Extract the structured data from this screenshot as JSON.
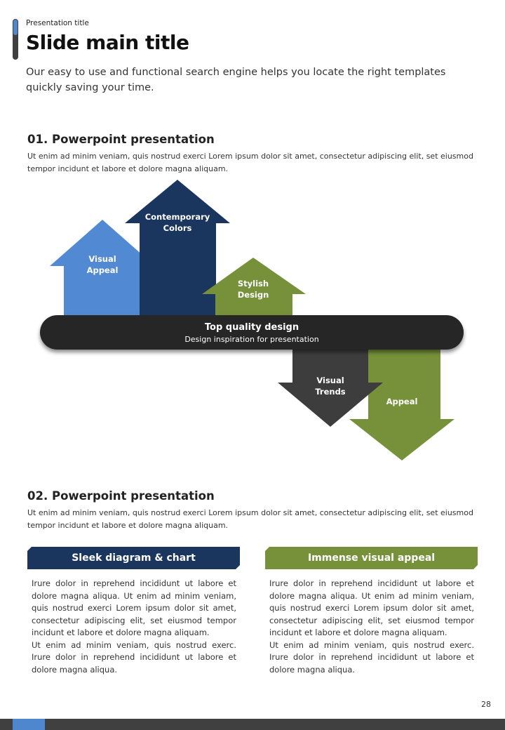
{
  "header": {
    "presentation_title": "Presentation title",
    "main_title": "Slide main title",
    "subtitle": "Our easy to use and functional search engine helps you locate the right templates quickly saving your time."
  },
  "section1": {
    "heading": "01. Powerpoint presentation",
    "text": "Ut enim ad minim veniam, quis nostrud exerci  Lorem ipsum dolor sit amet, consectetur adipiscing elit, set eiusmod tempor incidunt et labore et dolore magna aliquam."
  },
  "diagram": {
    "up_arrows": [
      {
        "line1": "Visual",
        "line2": "Appeal",
        "color": "#5189d3"
      },
      {
        "line1": "Contemporary",
        "line2": "Colors",
        "color": "#1a365f"
      },
      {
        "line1": "Stylish",
        "line2": "Design",
        "color": "#76913a"
      }
    ],
    "bar": {
      "title": "Top quality design",
      "subtitle": "Design inspiration for presentation",
      "color": "#262626"
    },
    "down_arrows": [
      {
        "line1": "Visual",
        "line2": "Trends",
        "color": "#3d3d3d"
      },
      {
        "line1": "Appeal",
        "line2": "",
        "color": "#76913a"
      }
    ]
  },
  "section2": {
    "heading": "02. Powerpoint presentation",
    "text": "Ut enim ad minim veniam, quis nostrud exerci  Lorem ipsum dolor sit amet, consectetur adipiscing elit, set eiusmod tempor incidunt et labore et dolore magna aliquam."
  },
  "boxes": [
    {
      "header": "Sleek diagram & chart",
      "color": "#1a365f",
      "paragraph1": " Irure dolor in reprehend incididunt ut labore et dolore magna aliqua. Ut enim ad minim veniam, quis nostrud exerci  Lorem ipsum dolor sit amet, consectetur adipiscing elit, set eiusmod tempor incidunt et labore et dolore magna aliquam.",
      "paragraph2": "Ut enim ad minim veniam, quis nostrud exerc. Irure dolor in reprehend incididunt ut labore et dolore magna aliqua."
    },
    {
      "header": "Immense visual appeal",
      "color": "#76913a",
      "paragraph1": " Irure dolor in reprehend incididunt ut labore et dolore magna aliqua. Ut enim ad minim veniam, quis nostrud exerci  Lorem ipsum dolor sit amet, consectetur adipiscing elit, set eiusmod tempor incidunt et labore et dolore magna aliquam.",
      "paragraph2": "Ut enim ad minim veniam, quis nostrud exerc. Irure dolor in reprehend incididunt ut labore et dolore magna aliqua."
    }
  ],
  "footer": {
    "page_number": "28",
    "accent_color": "#4f87cf",
    "bar_color": "#404040"
  }
}
